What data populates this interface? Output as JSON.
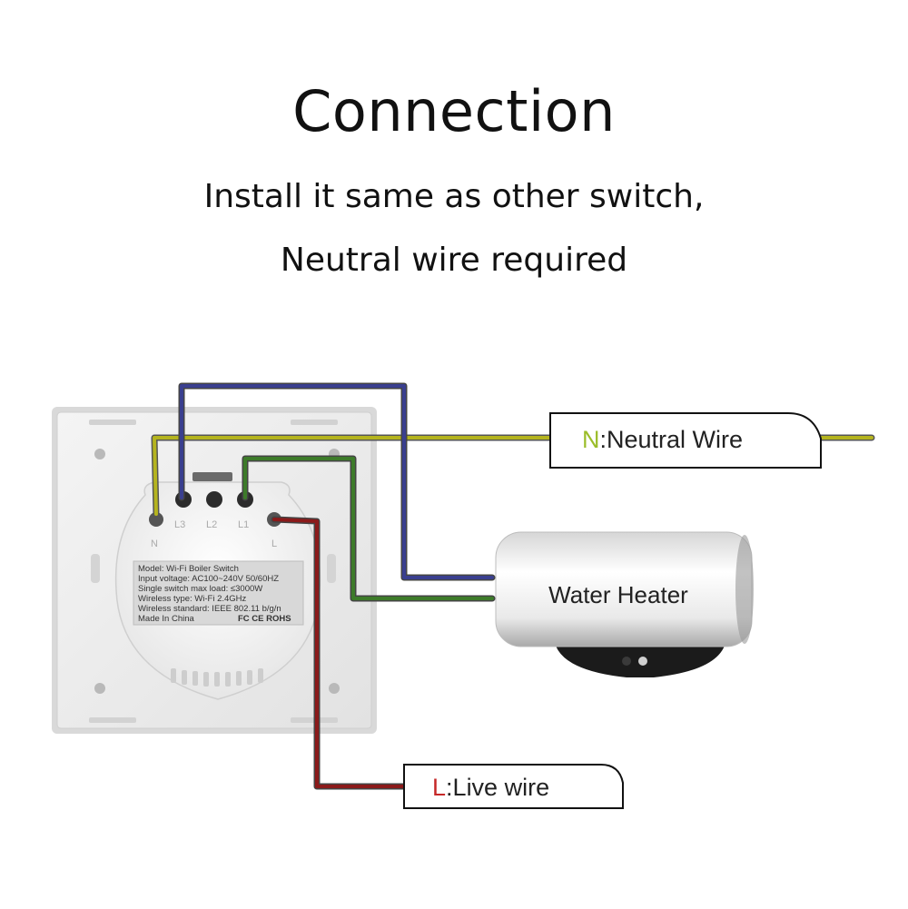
{
  "header": {
    "title": "Connection",
    "line1": "Install it same as other switch,",
    "line2": "Neutral wire required"
  },
  "switch": {
    "terminals": [
      "N",
      "L3",
      "L2",
      "L1",
      "L"
    ],
    "label_lines": [
      "Model:  Wi-Fi Boiler Switch",
      "Input voltage:  AC100~240V  50/60HZ",
      "Single switch max load:  ≤3000W",
      "Wireless type:  Wi-Fi 2.4GHz",
      "Wireless standard:  IEEE 802.11 b/g/n",
      "Made In China"
    ],
    "cert_marks": "FC CE ROHS"
  },
  "appliance": {
    "label": "Water Heater"
  },
  "wires": {
    "neutral": {
      "code": "N",
      "sep": ":",
      "name": "Neutral Wire",
      "color": "#b5b41e"
    },
    "live": {
      "code": "L",
      "sep": ":",
      "name": "Live wire",
      "color": "#8b1a1a"
    },
    "load_blue": {
      "color": "#3a3f8f"
    },
    "load_green": {
      "color": "#3d7b2a"
    },
    "neutral_code_color": "#9bbd2a",
    "live_code_color": "#c62828"
  }
}
